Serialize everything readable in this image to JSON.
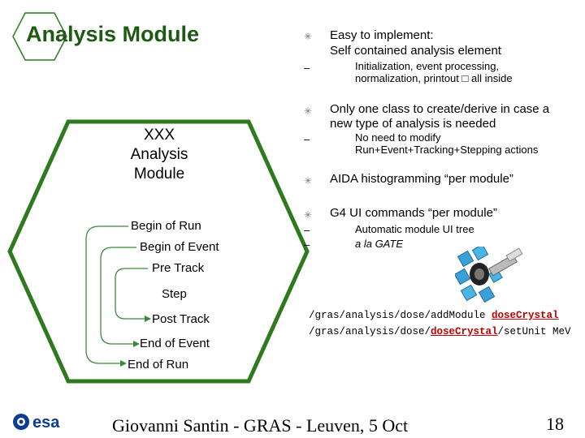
{
  "title": "Analysis Module",
  "diagram": {
    "box_title": [
      "XXX",
      "Analysis",
      "Module"
    ],
    "stages": {
      "begin_run": "Begin of Run",
      "begin_event": "Begin of Event",
      "pre_track": "Pre Track",
      "step": "Step",
      "post_track": "Post Track",
      "end_event": "End of Event",
      "end_run": "End of Run"
    }
  },
  "bullets": [
    {
      "lines": [
        "Easy to implement:",
        "Self contained analysis element"
      ],
      "sub": [
        "Initialization, event processing, normalization, printout □ all inside"
      ]
    },
    {
      "lines": [
        "Only one class to create/derive in case a new type of analysis is needed"
      ],
      "sub": [
        "No need to modify Run+Event+Tracking+Stepping actions"
      ]
    },
    {
      "lines": [
        "AIDA histogramming “per module”"
      ],
      "sub": []
    },
    {
      "lines": [
        "G4 UI commands “per module”"
      ],
      "sub": [
        "Automatic module UI tree",
        "a la GATE"
      ]
    }
  ],
  "code": {
    "line1_prefix": "/gras/analysis/dose/addModule ",
    "line1_highlight": "doseCrystal",
    "line2_prefix": "/gras/analysis/dose/",
    "line2_highlight": "doseCrystal",
    "line2_suffix": "/setUnit MeV"
  },
  "footer": {
    "text": "Giovanni Santin  -  GRAS  -  Leuven, 5 Oct",
    "page": "18",
    "logo_text": "esa"
  },
  "colors": {
    "title_green": "#1e5a14",
    "hex_green": "#2f7a1e",
    "arrow_green": "#3a8a3a",
    "highlight_red": "#c00000"
  }
}
